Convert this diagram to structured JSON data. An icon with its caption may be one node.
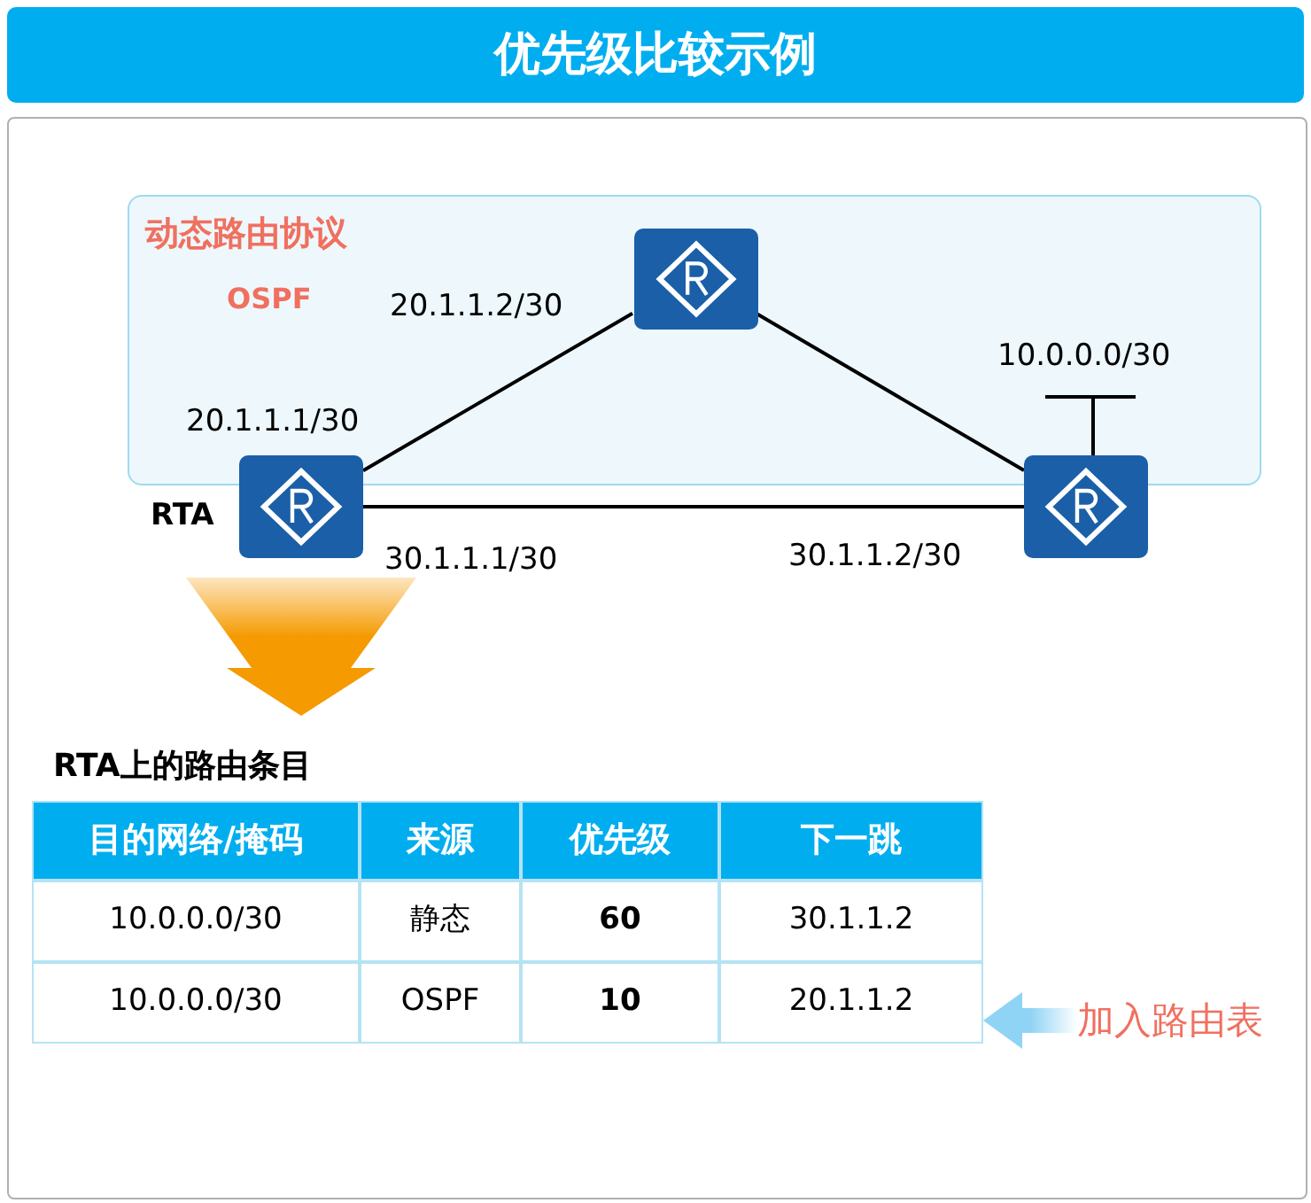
{
  "diagram": {
    "title": "优先级比较示例",
    "nodes": [
      {
        "text": [
          "动态路由协议",
          "OSPF"
        ]
      },
      {
        "text": [],
        "shape": "router",
        "in": 0
      },
      {
        "text": [],
        "shape": "router",
        "beside": [
          "RTA",
          "20.1.1.1/30"
        ]
      },
      {
        "text": [],
        "shape": "router"
      },
      {
        "text": [
          "加入路由表"
        ]
      },
      {
        "text": [
          "RTA上的路由条目",
          "目的网络/掩码",
          "来源",
          "优先级",
          "下一跳",
          "10.0.0.0/30",
          "静态",
          "60",
          "30.1.1.2",
          "10.0.0.0/30",
          "OSPF",
          "10",
          "20.1.1.2"
        ]
      }
    ],
    "edges": [
      {
        "from": 2,
        "to": 1,
        "arrow": "none"
      },
      {
        "from": 1,
        "to": 3,
        "arrow": "none"
      },
      {
        "from": 2,
        "to": 3,
        "arrow": "none"
      },
      {
        "from": 4,
        "to": 5,
        "arrow": "to",
        "style": "thick",
        "color": "#8fd3f5"
      },
      {
        "from": 2,
        "to": 5,
        "arrow": "to",
        "style": "thick",
        "color": "#f59a00"
      }
    ],
    "labels": [
      "20.1.1.2/30",
      "10.0.0.0/30",
      "30.1.1.1/30",
      "30.1.1.2/30"
    ]
  }
}
